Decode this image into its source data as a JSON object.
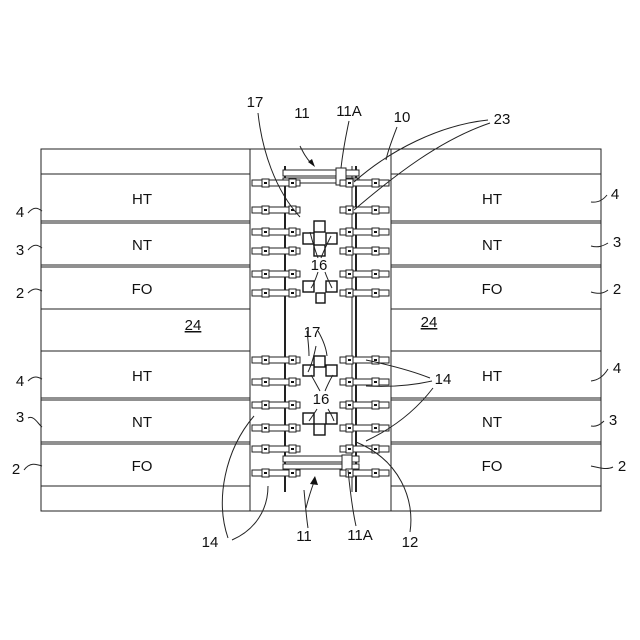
{
  "rows": {
    "upper": [
      {
        "zone": "HT",
        "num": "4"
      },
      {
        "zone": "NT",
        "num": "3"
      },
      {
        "zone": "FO",
        "num": "2"
      }
    ],
    "lower": [
      {
        "zone": "HT",
        "num": "4"
      },
      {
        "zone": "NT",
        "num": "3"
      },
      {
        "zone": "FO",
        "num": "2"
      }
    ]
  },
  "gap_label": "24",
  "callouts": {
    "c17_top": "17",
    "c11_top": "11",
    "c11a_top": "11A",
    "c10": "10",
    "c23": "23",
    "c16_upper": "16",
    "c17_mid": "17",
    "c16_lower": "16",
    "c14_right": "14",
    "c14_left": "14",
    "c11_bottom": "11",
    "c11a_bottom": "11A",
    "c12": "12"
  }
}
